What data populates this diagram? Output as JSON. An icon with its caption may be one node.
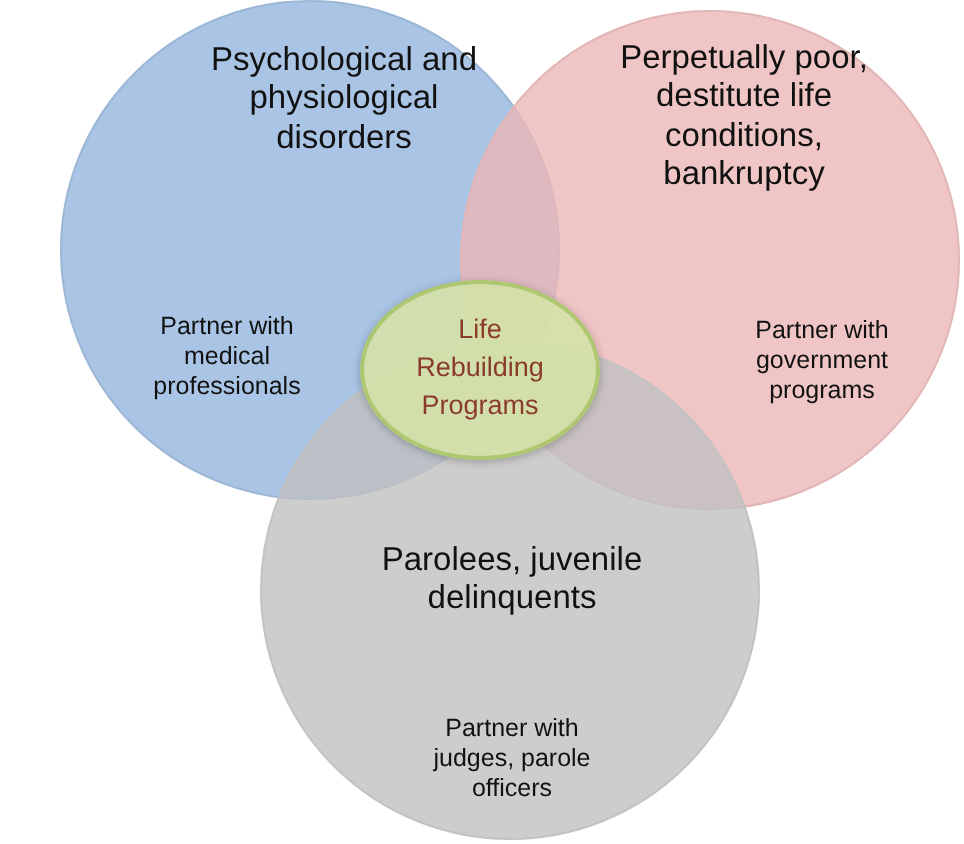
{
  "diagram": {
    "nodes": [
      {
        "text": [
          "Psychological and physiological disorders",
          "Partner with medical professionals"
        ]
      },
      {
        "text": [
          "Perpetually poor, destitute life conditions, bankruptcy",
          "Partner with government programs"
        ]
      },
      {
        "text": [
          "Parolees, juvenile delinquents",
          "Partner with judges, parole officers"
        ]
      },
      {
        "text": [
          "Life Rebuilding Programs"
        ]
      }
    ],
    "edges": []
  }
}
